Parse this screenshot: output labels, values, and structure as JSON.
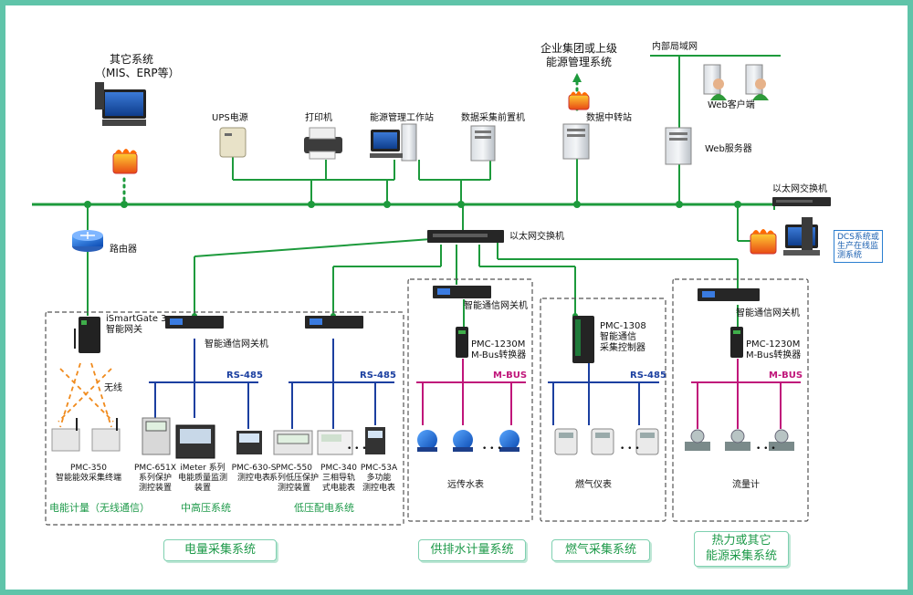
{
  "labels": {
    "other_systems": "其它系统",
    "other_systems_sub": "（MIS、ERP等）",
    "enterprise_l1": "企业集团或上级",
    "enterprise_l2": "能源管理系统",
    "intranet": "内部局域网",
    "web_client": "Web客户端",
    "web_server": "Web服务器",
    "ups": "UPS电源",
    "printer": "打印机",
    "workstation": "能源管理工作站",
    "frontend": "数据采集前置机",
    "relay_station": "数据中转站",
    "ethernet_switch_top": "以太网交换机",
    "ethernet_switch_mid": "以太网交换机",
    "router": "路由器",
    "dcs_l1": "DCS系统或",
    "dcs_l2": "生产在线监",
    "dcs_l3": "测系统",
    "ismartgate_l1": "iSmartGate 3",
    "ismartgate_l2": "智能网关",
    "wireless": "无线",
    "gateway_a": "智能通信网关机",
    "gateway_water": "智能通信网关机",
    "gateway_heat": "智能通信网关机",
    "rs485_a": "RS-485",
    "rs485_b": "RS-485",
    "rs485_gas": "RS-485",
    "mbus_water": "M-BUS",
    "mbus_heat": "M-BUS",
    "pmc1230_water_l1": "PMC-1230M",
    "pmc1230_water_l2": "M-Bus转换器",
    "pmc1230_heat_l1": "PMC-1230M",
    "pmc1230_heat_l2": "M-Bus转换器",
    "pmc1308_l1": "PMC-1308",
    "pmc1308_l2": "智能通信",
    "pmc1308_l3": "采集控制器",
    "pmc350_l1": "PMC-350",
    "pmc350_l2": "智能能效采集终端",
    "pmc651_l1": "PMC-651X",
    "pmc651_l2": "系列保护",
    "pmc651_l3": "测控装置",
    "imeter_l1": "iMeter 系列",
    "imeter_l2": "电能质量监测",
    "imeter_l3": "装置",
    "pmc630_l1": "PMC-630-S",
    "pmc630_l2": "测控电表",
    "pmc550_l1": "PMC-550",
    "pmc550_l2": "系列低压保护",
    "pmc550_l3": "测控装置",
    "pmc340_l1": "PMC-340",
    "pmc340_l2": "三相导轨",
    "pmc340_l3": "式电能表",
    "pmc53a_l1": "PMC-53A",
    "pmc53a_l2": "多功能",
    "pmc53a_l3": "测控电表",
    "water_meter": "远传水表",
    "gas_meter": "燃气仪表",
    "flow_meter": "流量计",
    "sub_wireless": "电能计量（无线通信）",
    "sub_mv": "中高压系统",
    "sub_lv": "低压配电系统",
    "ellipsis": "• • •"
  },
  "systems": {
    "power": "电量采集系统",
    "water": "供排水计量系统",
    "gas": "燃气采集系统",
    "heat_l1": "热力或其它",
    "heat_l2": "能源采集系统"
  },
  "colors": {
    "ethernet": "#1d9a3c",
    "rs485": "#1b3fa0",
    "mbus": "#c0157a",
    "wireless": "#f08a1c",
    "frame": "#5fc4a9"
  }
}
